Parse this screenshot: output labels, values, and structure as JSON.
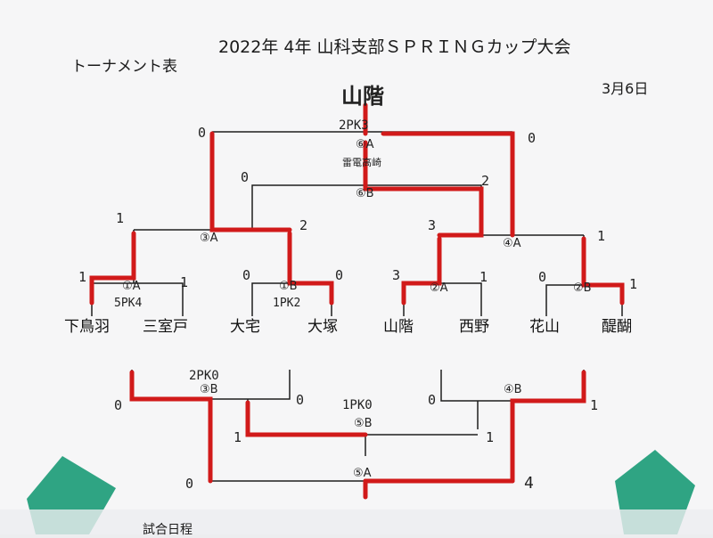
{
  "header": {
    "heading": "トーナメント表",
    "title": "2022年 4年 山科支部ＳＰＲＩＮＧカップ大会",
    "date": "3月6日",
    "champion": "山階",
    "footer_text": "試合日程"
  },
  "upper": {
    "teams": [
      "下鳥羽",
      "三室戸",
      "大宅",
      "大塚",
      "山階",
      "西野",
      "花山",
      "醍醐"
    ],
    "match_labels": {
      "m1a": "①A",
      "m1b": "①B",
      "m2a": "②A",
      "m2b": "②B",
      "m3a": "③A",
      "m4a": "④A",
      "m6b": "⑥B",
      "m6a": "⑥A"
    },
    "scores": {
      "m1a_left": "1",
      "m1a_right": "1",
      "m1a_pk": "5PK4",
      "m1b_left": "0",
      "m1b_right": "0",
      "m1b_pk": "1PK2",
      "m2a_left": "3",
      "m2a_right": "1",
      "m2b_left": "0",
      "m2b_right": "1",
      "m3a_left": "1",
      "m3a_right": "2",
      "m4a_left": "3",
      "m4a_right": "1",
      "m6b_left": "0",
      "m6b_right": "2",
      "m6a_left": "0",
      "m6a_right": "0",
      "m6a_pk": "2PK3",
      "m6a_note": "雷電高崎"
    }
  },
  "lower": {
    "match_labels": {
      "m3b": "③B",
      "m4b": "④B",
      "m5b": "⑤B",
      "m5a": "⑤A"
    },
    "scores": {
      "m3b_left": "0",
      "m3b_right": "0",
      "m3b_pk": "2PK0",
      "m4b_left": "0",
      "m4b_right": "1",
      "m5b_left": "1",
      "m5b_right": "1",
      "m5b_pk": "1PK0",
      "m5a_left": "0",
      "m5a_right": "4"
    }
  },
  "colors": {
    "paper": "#f7f7f8",
    "line": "#1e1e1e",
    "marker": "#d11a1a",
    "tape": "#2fa483"
  }
}
